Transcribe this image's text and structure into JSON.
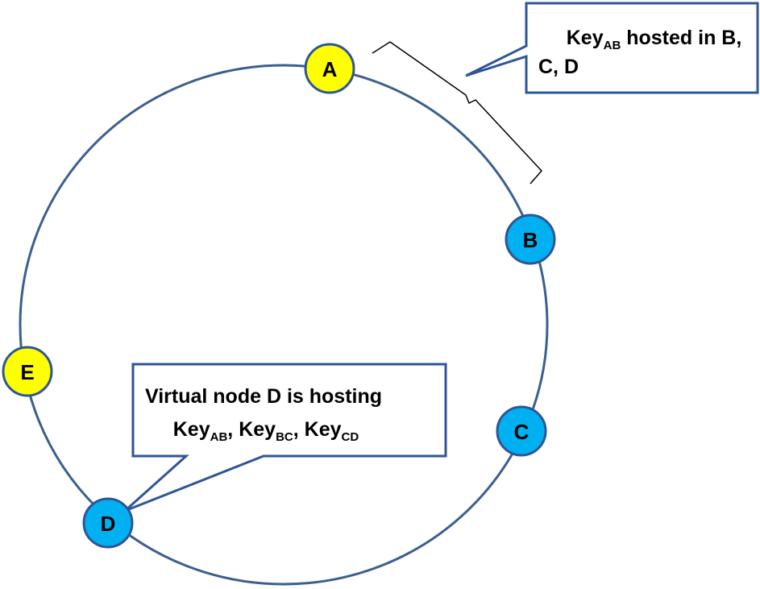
{
  "nodes": [
    {
      "id": "A",
      "label": "A",
      "color": "#ffff00"
    },
    {
      "id": "B",
      "label": "B",
      "color": "#00b0f0"
    },
    {
      "id": "C",
      "label": "C",
      "color": "#00b0f0"
    },
    {
      "id": "D",
      "label": "D",
      "color": "#00b0f0"
    },
    {
      "id": "E",
      "label": "E",
      "color": "#ffff00"
    }
  ],
  "callout_top": {
    "key": "Key",
    "key_sub": "AB",
    "rest_line1": " hosted in B,",
    "line2": "C, D"
  },
  "callout_bottom": {
    "line1": "Virtual node D is hosting",
    "k1": "Key",
    "k1_sub": "AB",
    "sep1": ", ",
    "k2": "Key",
    "k2_sub": "BC",
    "sep2": ", ",
    "k3": "Key",
    "k3_sub": "CD"
  },
  "colors": {
    "ring": "#3b5f8f",
    "node_stroke": "#2f5597",
    "callout_stroke": "#2f5597",
    "callout_fill": "#ffffff"
  }
}
